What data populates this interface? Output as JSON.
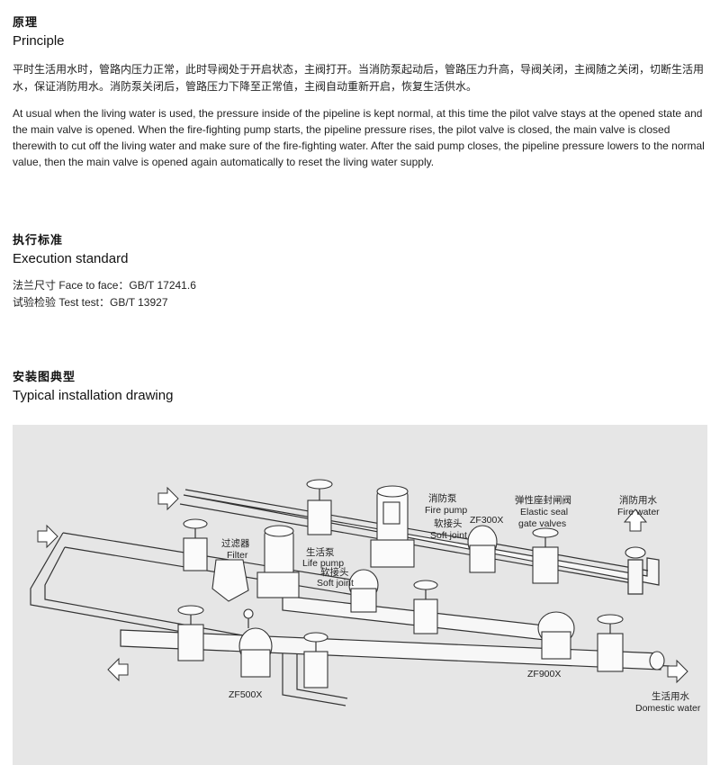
{
  "principle": {
    "zh_title": "原理",
    "en_title": "Principle",
    "zh_text": "平时生活用水时，管路内压力正常，此时导阀处于开启状态，主阀打开。当消防泵起动后，管路压力升高，导阀关闭，主阀随之关闭，切断生活用水，保证消防用水。消防泵关闭后，管路压力下降至正常值，主阀自动重新开启，恢复生活供水。",
    "en_text": "At usual when the living water is used, the pressure inside of the pipeline is kept normal, at this time the pilot valve stays at the opened state and the main valve is opened. When the fire-fighting pump starts, the pipeline pressure rises, the pilot valve is closed, the main valve is closed therewith to cut off the living water and make sure of the fire-fighting water. After the said pump closes, the pipeline pressure lowers to the normal value, then the main valve is opened again automatically to reset the living water supply."
  },
  "standard": {
    "zh_title": "执行标准",
    "en_title": "Execution standard",
    "lines": [
      "法兰尺寸 Face to face：GB/T 17241.6",
      "试验检验 Test test：GB/T 13927"
    ]
  },
  "installation": {
    "zh_title": "安装图典型",
    "en_title": "Typical installation drawing",
    "labels": {
      "fire_pump_zh": "消防泵",
      "fire_pump_en": "Fire pump",
      "soft_joint1_zh": "软接头",
      "soft_joint1_en": "Soft joint",
      "zf300x": "ZF300X",
      "elastic_zh": "弹性座封闸阀",
      "elastic_en1": "Elastic seal",
      "elastic_en2": "gate valves",
      "fire_water_zh": "消防用水",
      "fire_water_en": "Fire water",
      "filter_zh": "过滤器",
      "filter_en": "Filter",
      "life_pump_zh": "生活泵",
      "life_pump_en": "Life pump",
      "soft_joint2_zh": "软接头",
      "soft_joint2_en": "Soft joint",
      "zf500x": "ZF500X",
      "zf900x": "ZF900X",
      "domestic_zh": "生活用水",
      "domestic_en": "Domestic water"
    }
  }
}
